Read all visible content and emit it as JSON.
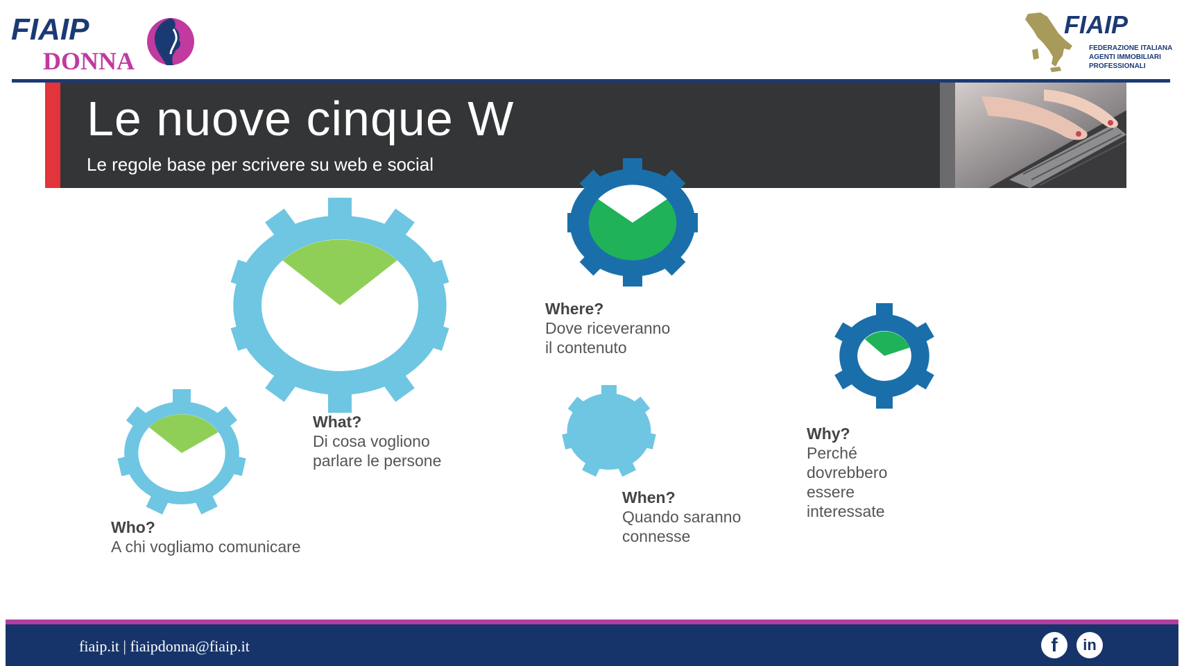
{
  "header": {
    "left_logo": {
      "wordmark": "FIAIP",
      "subword": "DONNA",
      "icon": "woman-profile-icon"
    },
    "right_logo": {
      "wordmark": "FIAIP",
      "tagline_lines": [
        "FEDERAZIONE ITALIANA",
        "AGENTI IMMOBILIARI",
        "PROFESSIONALI"
      ],
      "icon": "italy-map-icon"
    }
  },
  "banner": {
    "title": "Le nuove cinque W",
    "subtitle": "Le regole base per scrivere su web e social",
    "photo": "laptop-typing-photo"
  },
  "items": [
    {
      "question": "Who?",
      "description": "A chi vogliamo comunicare"
    },
    {
      "question": "What?",
      "description": "Di cosa vogliono\nparlare le persone"
    },
    {
      "question": "Where?",
      "description": "Dove riceveranno\nil contenuto"
    },
    {
      "question": "When?",
      "description": "Quando saranno\nconnesse"
    },
    {
      "question": "Why?",
      "description": "Perché\ndovrebbero\nessere\ninteressate"
    }
  ],
  "footer": {
    "text": "fiaip.it | fiaipdonna@fiaip.it",
    "facebook_label": "f",
    "linkedin_label": "in"
  },
  "colors": {
    "navy": "#1b3a74",
    "magenta": "#b13f9f",
    "banner_dark": "#343536",
    "banner_accent": "#e2343a",
    "gear_light_blue": "#6ec6e2",
    "gear_dark_blue": "#1a6fab",
    "slice_light_green": "#8fcf57",
    "slice_green": "#1fb259"
  }
}
